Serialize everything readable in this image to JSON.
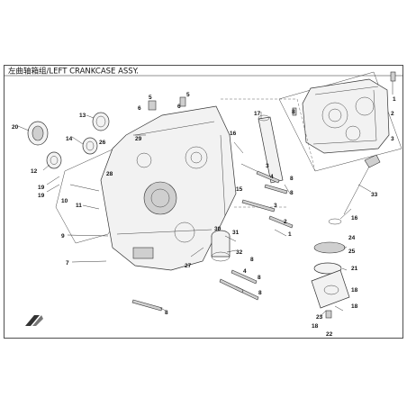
{
  "diagram": {
    "title": "左曲轴箱组/LEFT CRANKCASE ASSY."
  },
  "callouts": [
    {
      "id": "c1",
      "label": "1"
    },
    {
      "id": "c2",
      "label": "2"
    },
    {
      "id": "c3",
      "label": "3"
    },
    {
      "id": "c4",
      "label": "4"
    },
    {
      "id": "c5",
      "label": "5"
    },
    {
      "id": "c6",
      "label": "6"
    },
    {
      "id": "c7",
      "label": "7"
    },
    {
      "id": "c8",
      "label": "8"
    },
    {
      "id": "c9",
      "label": "9"
    },
    {
      "id": "c10",
      "label": "10"
    },
    {
      "id": "c11",
      "label": "11"
    },
    {
      "id": "c12",
      "label": "12"
    },
    {
      "id": "c13",
      "label": "13"
    },
    {
      "id": "c14",
      "label": "14"
    },
    {
      "id": "c15",
      "label": "15"
    },
    {
      "id": "c16",
      "label": "16"
    },
    {
      "id": "c17",
      "label": "17"
    },
    {
      "id": "c18",
      "label": "18"
    },
    {
      "id": "c19",
      "label": "19"
    },
    {
      "id": "c20",
      "label": "20"
    },
    {
      "id": "c21",
      "label": "21"
    },
    {
      "id": "c22",
      "label": "22"
    },
    {
      "id": "c23",
      "label": "23"
    },
    {
      "id": "c24",
      "label": "24"
    },
    {
      "id": "c25",
      "label": "25"
    },
    {
      "id": "c26",
      "label": "26"
    },
    {
      "id": "c27",
      "label": "27"
    },
    {
      "id": "c28",
      "label": "28"
    },
    {
      "id": "c29",
      "label": "29"
    },
    {
      "id": "c30",
      "label": "30"
    },
    {
      "id": "c31",
      "label": "31"
    },
    {
      "id": "c32",
      "label": "32"
    },
    {
      "id": "c33",
      "label": "33"
    }
  ]
}
